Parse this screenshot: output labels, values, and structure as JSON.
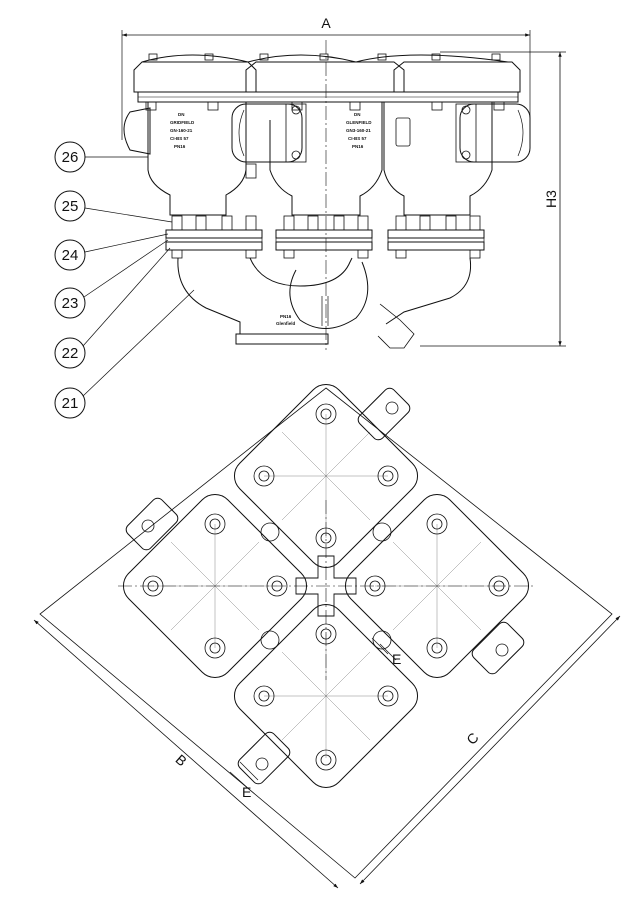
{
  "dimensions": {
    "a": "A",
    "h3": "H3",
    "b": "B",
    "c": "C",
    "e_upper": "E",
    "e_lower": "E"
  },
  "callouts": [
    "26",
    "25",
    "24",
    "23",
    "22",
    "21"
  ],
  "nameplates": {
    "left": [
      "DN",
      "GRIDFIELD",
      "GN-160-21",
      "CI-BS 57",
      "PN16"
    ],
    "right": [
      "DN",
      "GLENFIELD",
      "GN3-160-21",
      "CI-BS 57",
      "PN16"
    ],
    "base": [
      "PN16",
      "Glenfield"
    ]
  },
  "colors": {
    "line": "#111111",
    "thin": "#555555",
    "background": "#ffffff"
  }
}
